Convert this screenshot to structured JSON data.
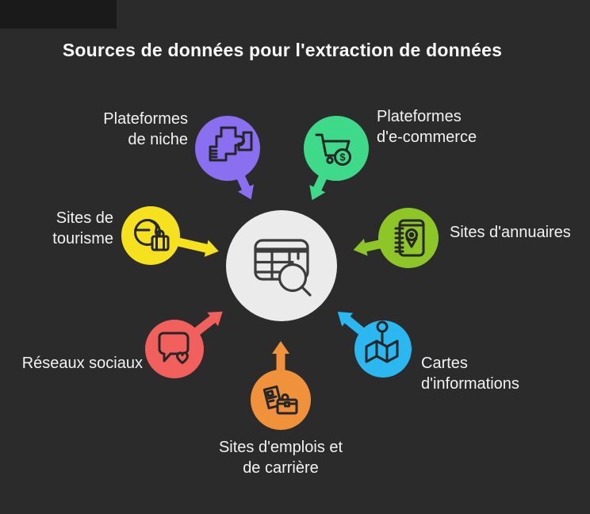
{
  "title": "Sources de données pour l'extraction de données",
  "theme": {
    "background": "#2B2B2B",
    "corner_block": "#1A1A1A",
    "text_color": "#F2F2F2",
    "icon_stroke": "#262626",
    "center_fill": "#EBEBEB",
    "center_icon_stroke": "#3C3C3C"
  },
  "center": {
    "name": "data-extraction-hub",
    "icon": "table-search-icon"
  },
  "nodes": [
    {
      "id": "niche",
      "label": "Plateformes\nde niche",
      "color": "#8A6FF0",
      "icon": "puzzle-icon"
    },
    {
      "id": "ecommerce",
      "label": "Plateformes\nd'e-commerce",
      "color": "#3FD98A",
      "icon": "cart-dollar-icon",
      "icon_glyph": "$"
    },
    {
      "id": "annuaires",
      "label": "Sites d'annuaires",
      "color": "#8DC626",
      "icon": "directory-pin-icon"
    },
    {
      "id": "tourisme",
      "label": "Sites de\ntourisme",
      "color": "#F5E11E",
      "icon": "globe-luggage-icon"
    },
    {
      "id": "sociaux",
      "label": "Réseaux sociaux",
      "color": "#F2605D",
      "icon": "chat-heart-icon"
    },
    {
      "id": "emplois",
      "label": "Sites d'emplois et\nde carrière",
      "color": "#F0923C",
      "icon": "briefcase-docs-icon"
    },
    {
      "id": "cartes",
      "label": "Cartes\nd'informations",
      "color": "#2BB7F0",
      "icon": "map-pin-icon"
    }
  ]
}
